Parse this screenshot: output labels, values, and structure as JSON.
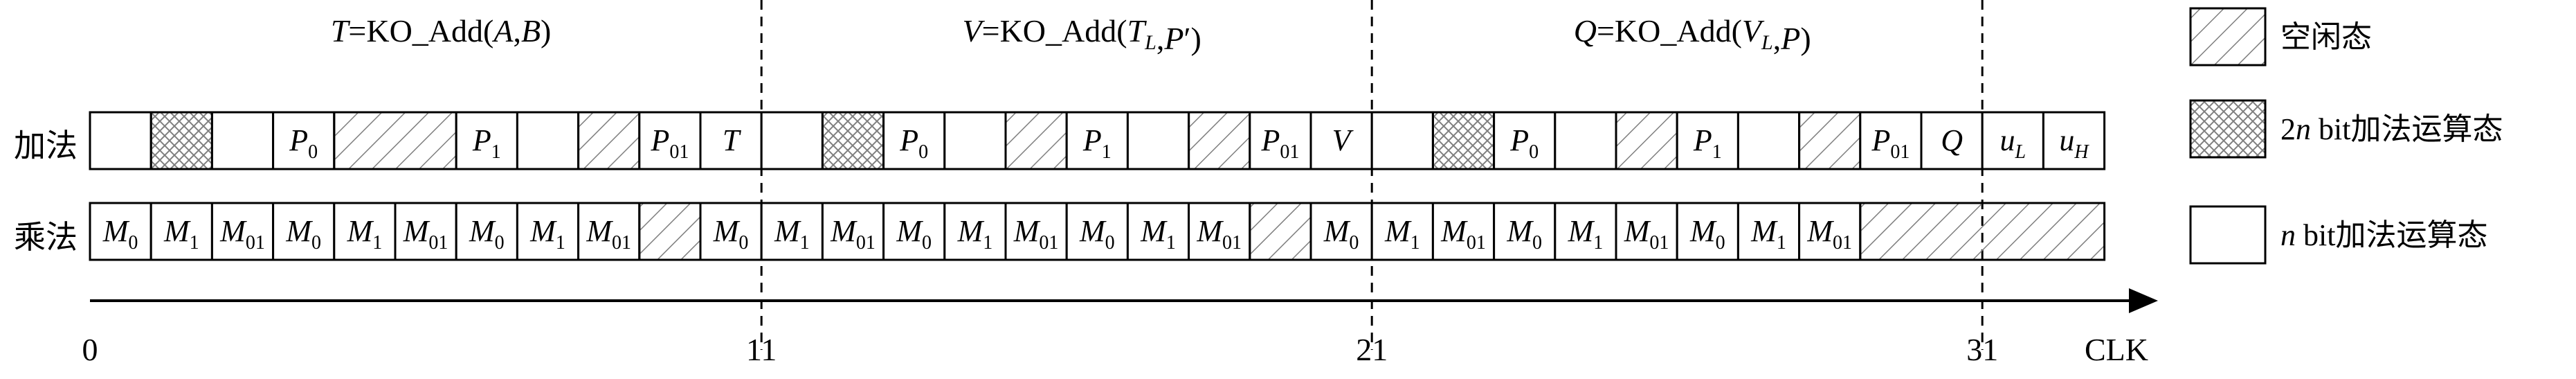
{
  "section_labels": [
    {
      "func": "T",
      "eq": "=KO_Add(",
      "args": [
        {
          "t": "A"
        },
        {
          "t": ","
        },
        {
          "t": "B"
        }
      ],
      "close": ")"
    },
    {
      "func": "V",
      "eq": "=KO_Add(",
      "args": [
        {
          "t": "T"
        },
        {
          "sub": "L"
        },
        {
          "t": ","
        },
        {
          "t": "P"
        },
        {
          "t": "′"
        }
      ],
      "close": ")"
    },
    {
      "func": "Q",
      "eq": "=KO_Add(",
      "args": [
        {
          "t": "V"
        },
        {
          "sub": "L"
        },
        {
          "t": ","
        },
        {
          "t": "P"
        }
      ],
      "close": ")"
    }
  ],
  "row_labels": {
    "add": "加法",
    "mul": "乘法"
  },
  "add_row": [
    {
      "state": "n"
    },
    {
      "state": "2n"
    },
    {
      "state": "n"
    },
    {
      "state": "n",
      "base": "P",
      "sub": "0"
    },
    {
      "state": "idle",
      "span": 2
    },
    {
      "state": "n",
      "base": "P",
      "sub": "1"
    },
    {
      "state": "n"
    },
    {
      "state": "idle"
    },
    {
      "state": "n",
      "base": "P",
      "sub": "01"
    },
    {
      "state": "n",
      "base": "T"
    },
    {
      "state": "n"
    },
    {
      "state": "2n"
    },
    {
      "state": "n",
      "base": "P",
      "sub": "0"
    },
    {
      "state": "n"
    },
    {
      "state": "idle"
    },
    {
      "state": "n",
      "base": "P",
      "sub": "1"
    },
    {
      "state": "n"
    },
    {
      "state": "idle"
    },
    {
      "state": "n",
      "base": "P",
      "sub": "01"
    },
    {
      "state": "n",
      "base": "V"
    },
    {
      "state": "n"
    },
    {
      "state": "2n"
    },
    {
      "state": "n",
      "base": "P",
      "sub": "0"
    },
    {
      "state": "n"
    },
    {
      "state": "idle"
    },
    {
      "state": "n",
      "base": "P",
      "sub": "1"
    },
    {
      "state": "n"
    },
    {
      "state": "idle"
    },
    {
      "state": "n",
      "base": "P",
      "sub": "01"
    },
    {
      "state": "n",
      "base": "Q"
    },
    {
      "state": "n",
      "base": "u",
      "sub": "L"
    },
    {
      "state": "n",
      "base": "u",
      "sub": "H"
    }
  ],
  "mul_row": [
    {
      "state": "n",
      "base": "M",
      "sub": "0"
    },
    {
      "state": "n",
      "base": "M",
      "sub": "1"
    },
    {
      "state": "n",
      "base": "M",
      "sub": "01"
    },
    {
      "state": "n",
      "base": "M",
      "sub": "0"
    },
    {
      "state": "n",
      "base": "M",
      "sub": "1"
    },
    {
      "state": "n",
      "base": "M",
      "sub": "01"
    },
    {
      "state": "n",
      "base": "M",
      "sub": "0"
    },
    {
      "state": "n",
      "base": "M",
      "sub": "1"
    },
    {
      "state": "n",
      "base": "M",
      "sub": "01"
    },
    {
      "state": "idle"
    },
    {
      "state": "n",
      "base": "M",
      "sub": "0"
    },
    {
      "state": "n",
      "base": "M",
      "sub": "1"
    },
    {
      "state": "n",
      "base": "M",
      "sub": "01"
    },
    {
      "state": "n",
      "base": "M",
      "sub": "0"
    },
    {
      "state": "n",
      "base": "M",
      "sub": "1"
    },
    {
      "state": "n",
      "base": "M",
      "sub": "01"
    },
    {
      "state": "n",
      "base": "M",
      "sub": "0"
    },
    {
      "state": "n",
      "base": "M",
      "sub": "1"
    },
    {
      "state": "n",
      "base": "M",
      "sub": "01"
    },
    {
      "state": "idle"
    },
    {
      "state": "n",
      "base": "M",
      "sub": "0"
    },
    {
      "state": "n",
      "base": "M",
      "sub": "1"
    },
    {
      "state": "n",
      "base": "M",
      "sub": "01"
    },
    {
      "state": "n",
      "base": "M",
      "sub": "0"
    },
    {
      "state": "n",
      "base": "M",
      "sub": "1"
    },
    {
      "state": "n",
      "base": "M",
      "sub": "01"
    },
    {
      "state": "n",
      "base": "M",
      "sub": "0"
    },
    {
      "state": "n",
      "base": "M",
      "sub": "1"
    },
    {
      "state": "n",
      "base": "M",
      "sub": "01"
    },
    {
      "state": "idle",
      "span": 4
    }
  ],
  "axis": {
    "ticks": [
      "0",
      "11",
      "21",
      "31"
    ],
    "tick_values": [
      0,
      11,
      21,
      31
    ],
    "label": "CLK",
    "dividers_at": [
      11,
      21,
      31
    ]
  },
  "legend": [
    {
      "pattern": "idle",
      "parts": [
        {
          "t": "空闲态",
          "cjk": true
        }
      ]
    },
    {
      "pattern": "2n",
      "parts": [
        {
          "t": "2"
        },
        {
          "t": "n",
          "italic": true
        },
        {
          "t": " bit"
        },
        {
          "t": "加法运算态",
          "cjk": true
        }
      ]
    },
    {
      "pattern": "n",
      "parts": [
        {
          "t": "n",
          "italic": true
        },
        {
          "t": " bit"
        },
        {
          "t": "加法运算态",
          "cjk": true
        }
      ]
    }
  ],
  "colors": {
    "line": "#000000",
    "hatch": "#7f7f7f",
    "fill": "#ffffff"
  }
}
